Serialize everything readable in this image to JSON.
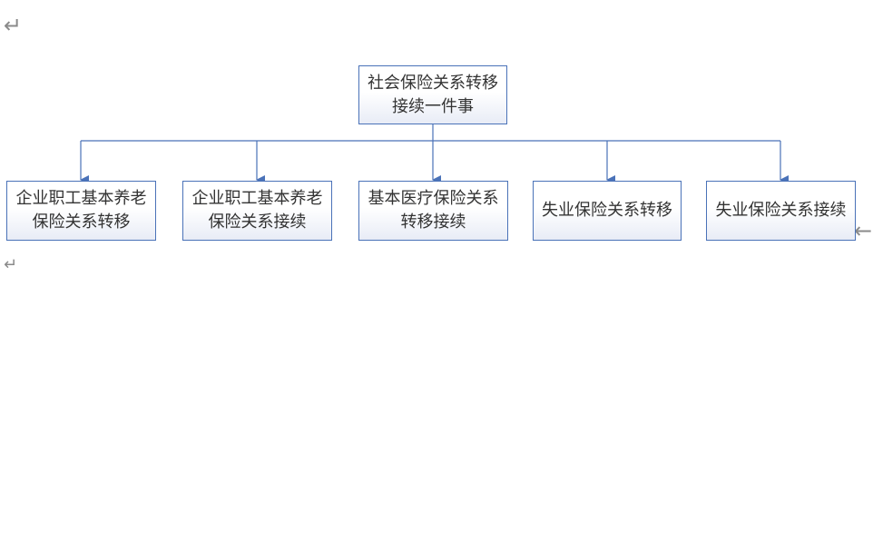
{
  "diagram": {
    "root": {
      "label": "社会保险关系转移接续一件事"
    },
    "children": [
      {
        "label": "企业职工基本养老保险关系转移"
      },
      {
        "label": "企业职工基本养老保险关系接续"
      },
      {
        "label": "基本医疗保险关系转移接续"
      },
      {
        "label": "失业保险关系转移"
      },
      {
        "label": "失业保险关系接续"
      }
    ],
    "colors": {
      "connector": "#4a72b8",
      "box_border": "#4a72b8",
      "box_fill_bottom": "#e8ecf6",
      "text": "#333333",
      "paragraph_mark": "#8a8a8a"
    }
  },
  "marks": {
    "paragraph": "↵",
    "anchor_arrow": "←"
  }
}
